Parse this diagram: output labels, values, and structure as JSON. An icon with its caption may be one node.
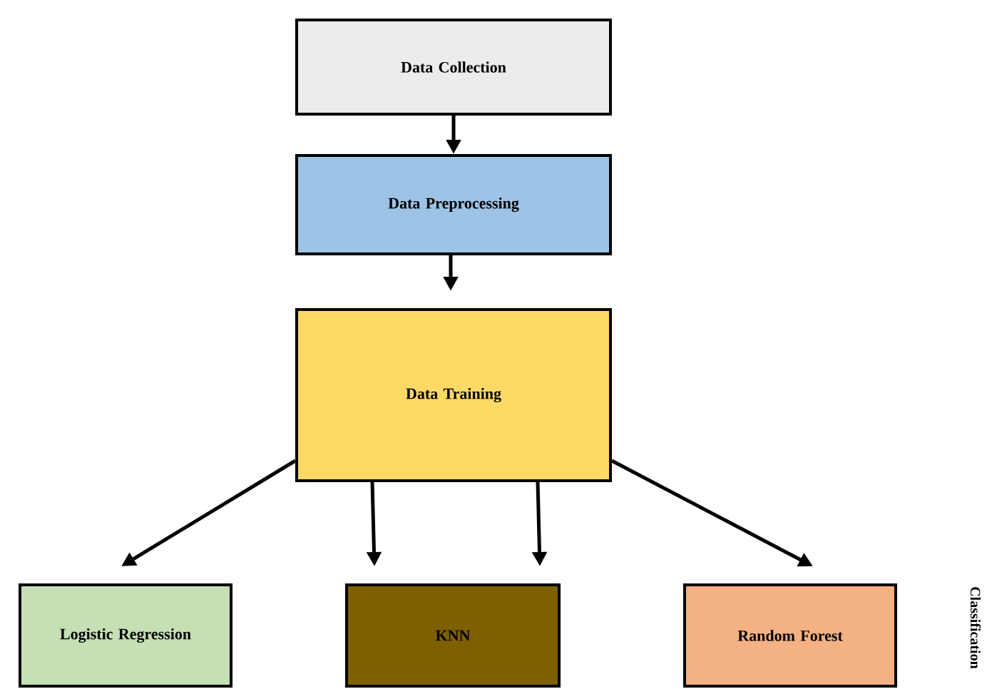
{
  "diagram": {
    "nodes": [
      {
        "text": [
          "Data Collection"
        ]
      },
      {
        "text": [
          "Data Preprocessing"
        ]
      },
      {
        "text": [
          "Data Training"
        ]
      },
      {
        "text": [
          "Logistic Regression"
        ]
      },
      {
        "text": [
          "KNN"
        ]
      },
      {
        "text": [
          "Random Forest"
        ]
      }
    ],
    "edges": [
      {
        "from": 0,
        "to": 1,
        "arrow": "to"
      },
      {
        "from": 1,
        "to": 2,
        "arrow": "to"
      },
      {
        "from": 2,
        "to": 3,
        "arrow": "to"
      },
      {
        "from": 2,
        "to": 4,
        "arrow": "to"
      },
      {
        "from": 2,
        "to": 4,
        "arrow": "to"
      },
      {
        "from": 2,
        "to": 5,
        "arrow": "to"
      }
    ],
    "labels": [
      "Classification"
    ]
  }
}
